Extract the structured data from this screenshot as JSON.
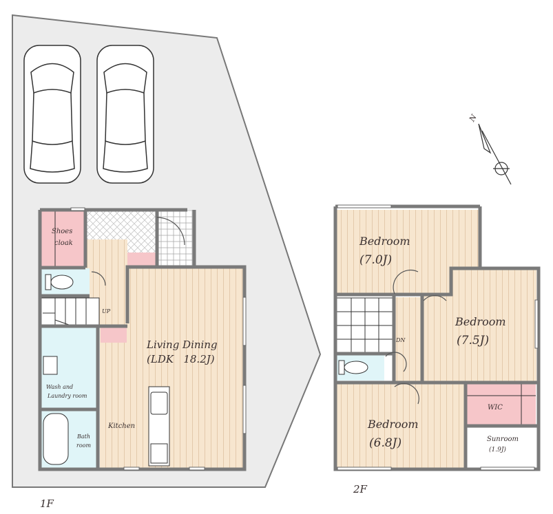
{
  "floors": {
    "first": {
      "label": "1F",
      "rooms": {
        "shoes": [
          "Shoes",
          "cloak"
        ],
        "up": "UP",
        "ldk": [
          "Living Dining",
          "(LDK   18.2J)"
        ],
        "wash": [
          "Wash and",
          "Laundry room"
        ],
        "bath": [
          "Bath",
          "room"
        ],
        "kitchen": "Kitchen"
      }
    },
    "second": {
      "label": "2F",
      "rooms": {
        "bed1": [
          "Bedroom",
          "(7.0J)"
        ],
        "bed2": [
          "Bedroom",
          "(7.5J)"
        ],
        "bed3": [
          "Bedroom",
          "(6.8J)"
        ],
        "dn": "DN",
        "wic": "WIC",
        "sunroom": [
          "Sunroom",
          "(1.9J)"
        ]
      }
    }
  },
  "compass": {
    "north": "N"
  },
  "colors": {
    "floor": "#f7e6cf",
    "stripe": "#e6cdb0",
    "pink": "#f6c6c9",
    "wet": "#e0f5f8",
    "site": "#ececec",
    "wall": "#7a7a7a"
  }
}
